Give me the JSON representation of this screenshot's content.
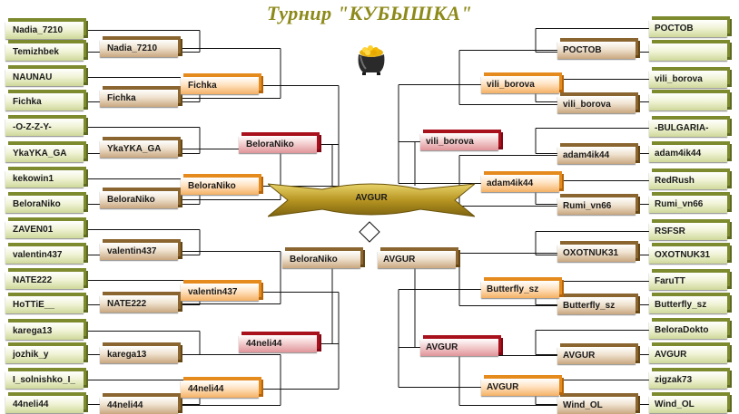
{
  "title": "Турнир \"КУБЫШКА\"",
  "final": {
    "winner": "AVGUR"
  },
  "semifinal": {
    "left": "BeloraNiko",
    "right": "AVGUR"
  },
  "left": {
    "r1": [
      "Nadia_7210",
      "Temizhbek",
      "NAUNAU",
      "Fichka",
      "-O-Z-Z-Y-",
      "YkaYKA_GA",
      "kekowin1",
      "BeloraNiko",
      "ZAVEN01",
      "valentin437",
      "NATE222",
      "HoTTiE__",
      "karega13",
      "jozhik_y",
      "I_solnishko_I_",
      "44neli44"
    ],
    "r2": [
      "Nadia_7210",
      "Fichka",
      "YkaYKA_GA",
      "BeloraNiko",
      "valentin437",
      "NATE222",
      "karega13",
      "44neli44"
    ],
    "r3": [
      "Fichka",
      "BeloraNiko",
      "valentin437",
      "44neli44"
    ],
    "r4": [
      "BeloraNiko",
      "44neli44"
    ]
  },
  "right": {
    "r1": [
      "POCTOB",
      "",
      "vili_borova",
      "",
      "-BULGARIA-",
      "adam4ik44",
      "RedRush",
      "Rumi_vn66",
      "RSFSR",
      "OXOTNUK31",
      "FaruTT",
      "Butterfly_sz",
      "BeloraDokto",
      "AVGUR",
      "zigzak73",
      "Wind_OL"
    ],
    "r2": [
      "POCTOB",
      "vili_borova",
      "adam4ik44",
      "Rumi_vn66",
      "OXOTNUK31",
      "Butterfly_sz",
      "AVGUR",
      "Wind_OL"
    ],
    "r3": [
      "vili_borova",
      "adam4ik44",
      "Butterfly_sz",
      "AVGUR"
    ],
    "r4": [
      "vili_borova",
      "AVGUR"
    ]
  },
  "icons": {
    "trophy": "pot-of-gold-icon"
  },
  "colors": {
    "r1": "#7e8a2e",
    "r2": "#8a6530",
    "r3": "#e58a1c",
    "r4": "#a8101c",
    "final": "#a5861a",
    "title": "#8d8a1a"
  }
}
